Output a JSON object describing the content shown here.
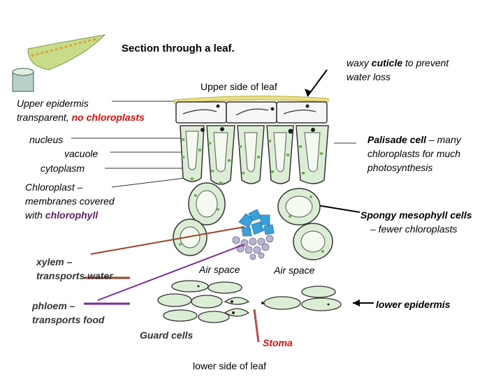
{
  "title": "Section through a leaf.",
  "upper_side": "Upper side of leaf",
  "cuticle": {
    "pre": "waxy ",
    "bold": "cuticle",
    "post": " to prevent",
    "line2": "water loss"
  },
  "upper_epidermis": {
    "line1": "Upper epidermis",
    "line2_pre": "transparent, ",
    "line2_red": "no chloroplasts"
  },
  "cell_parts": [
    "nucleus",
    "vacuole",
    "cytoplasm"
  ],
  "palisade": {
    "bold": "Palisade cell",
    "rest1": " – many",
    "line2": "chloroplasts for much",
    "line3": "photosynthesis"
  },
  "chloroplast": {
    "line1": "Chloroplast –",
    "line2": "membranes covered",
    "line3_pre": "with ",
    "line3_bold": "chlorophyll"
  },
  "spongy": {
    "bold": "Spongy mesophyll cells",
    "line2": "– fewer chloroplasts"
  },
  "xylem": {
    "line1": "xylem –",
    "line2": "transports water"
  },
  "air_space_1": "Air space",
  "air_space_2": "Air space",
  "phloem": {
    "line1": "phloem –",
    "line2": "transports food"
  },
  "lower_epidermis": "lower epidermis",
  "guard_cells": "Guard cells",
  "stoma": "Stoma",
  "lower_side": "lower side of leaf",
  "colors": {
    "cell_green": "#dcedd5",
    "chloroplast": "#6fae5a",
    "cuticle": "#e8e08a",
    "xylem": "#3aa0d8",
    "phloem": "#9a98b8",
    "xylem_line": "#a0402a",
    "phloem_line": "#7a2a9a",
    "stoma_line": "#b05050"
  }
}
